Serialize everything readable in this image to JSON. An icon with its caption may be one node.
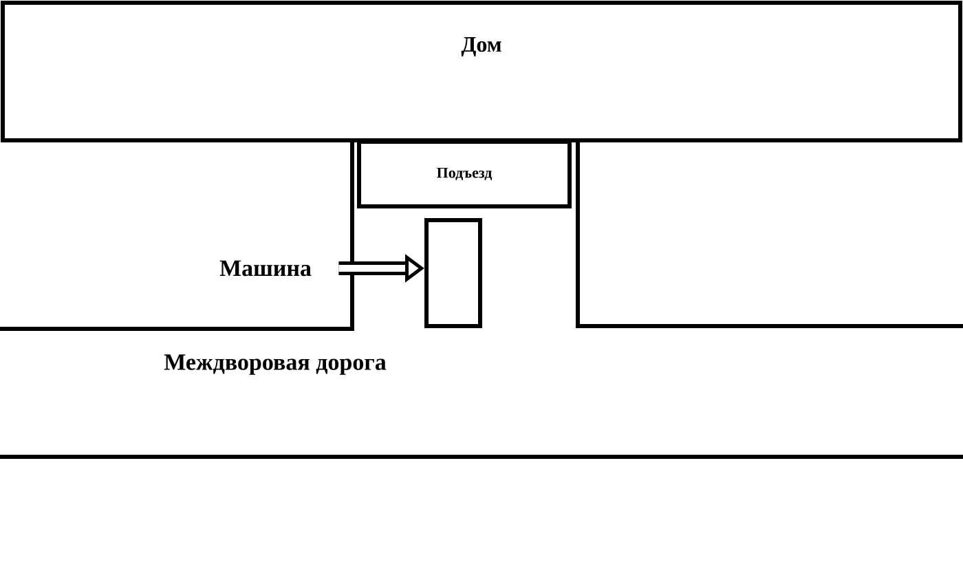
{
  "diagram": {
    "nodes": [
      {
        "text": [
          "Дом"
        ]
      },
      {
        "text": [
          "Подъезд"
        ]
      },
      {
        "text": [
          "Машина"
        ]
      },
      {
        "text": [],
        "shape": "box"
      }
    ],
    "edges": [
      {
        "from": 2,
        "to": 3,
        "arrow": "to"
      }
    ],
    "labels": [
      "Междворовая дорога"
    ]
  }
}
